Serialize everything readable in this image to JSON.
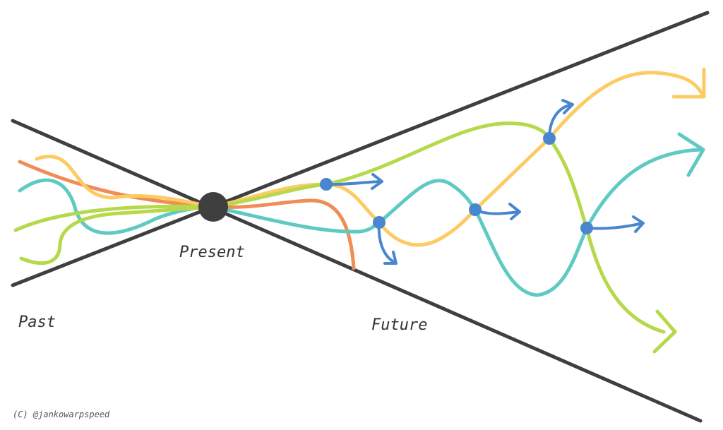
{
  "labels": {
    "present": "Present",
    "past": "Past",
    "future": "Future",
    "credit": "(C) @jankowarpspeed"
  },
  "colors": {
    "cone": "#3f3f3f",
    "present_dot": "#3f3f3f",
    "path_orange": "#f08c55",
    "path_yellow": "#fccb64",
    "path_green": "#b5d94a",
    "path_teal": "#5fcac3",
    "branch_point": "#4a86cf",
    "branch_arrow": "#4a86cf",
    "background": "#ffffff"
  }
}
